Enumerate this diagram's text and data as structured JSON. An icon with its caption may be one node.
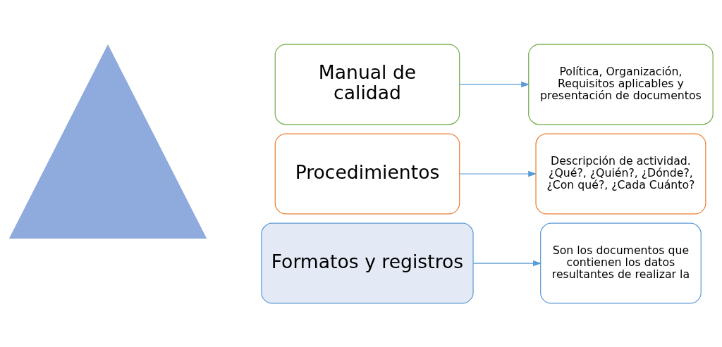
{
  "diagram": {
    "nodes": [
      {
        "text": [],
        "shape": "triangle"
      },
      {
        "text": [
          "Manual de calidad"
        ]
      },
      {
        "text": [
          "Procedimientos"
        ]
      },
      {
        "text": [
          "Formatos y registros"
        ]
      },
      {
        "text": [
          "Política, Organización, Requisitos aplicables y presentación de documentos"
        ]
      },
      {
        "text": [
          "Descripción de actividad. ¿Qué?, ¿Quién?, ¿Dónde?, ¿Con qué?, ¿Cada Cuánto?"
        ]
      },
      {
        "text": [
          "Son los documentos que contienen los datos resultantes de realizar la"
        ]
      }
    ],
    "edges": [
      {
        "from": 1,
        "to": 4,
        "arrow": "to"
      },
      {
        "from": 2,
        "to": 5,
        "arrow": "to"
      },
      {
        "from": 3,
        "to": 6,
        "arrow": "to"
      }
    ]
  }
}
